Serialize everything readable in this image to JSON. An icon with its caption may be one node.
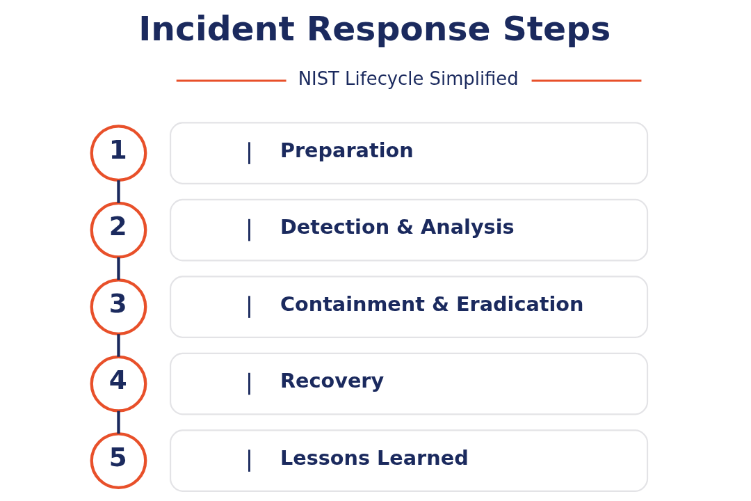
{
  "diagram": {
    "title": "Incident Response Steps",
    "nodes": [
      {
        "text": [
          "1"
        ]
      },
      {
        "text": [
          "Preparation"
        ]
      },
      {
        "text": [
          "2"
        ]
      },
      {
        "text": [
          "Detection & Analysis"
        ]
      },
      {
        "text": [
          "3"
        ]
      },
      {
        "text": [
          "Containment & Eradication"
        ]
      },
      {
        "text": [
          "4"
        ]
      },
      {
        "text": [
          "Recovery"
        ]
      },
      {
        "text": [
          "5"
        ]
      },
      {
        "text": [
          "Lessons Learned"
        ]
      }
    ],
    "edges": [
      {
        "from": 0,
        "to": 2,
        "arrow": "none"
      },
      {
        "from": 2,
        "to": 4,
        "arrow": "none"
      },
      {
        "from": 4,
        "to": 6,
        "arrow": "none"
      },
      {
        "from": 6,
        "to": 8,
        "arrow": "none"
      }
    ],
    "labels": [
      "NIST Lifecycle Simplified"
    ]
  }
}
